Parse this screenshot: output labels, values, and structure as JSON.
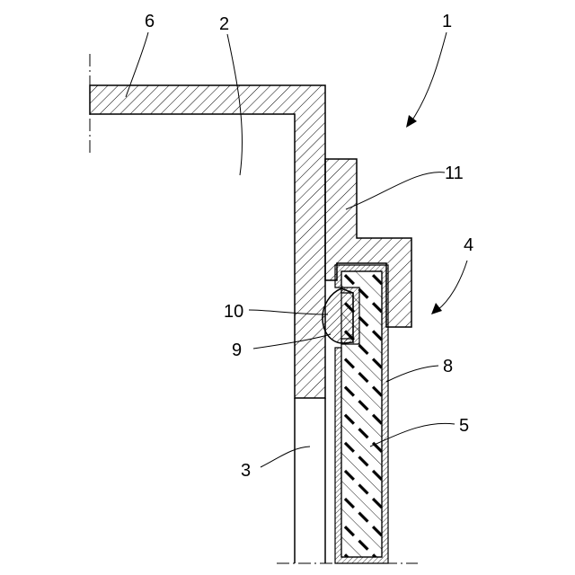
{
  "drawing": {
    "labels": {
      "l1": "1",
      "l2": "2",
      "l3": "3",
      "l4": "4",
      "l5": "5",
      "l6": "6",
      "l8": "8",
      "l9": "9",
      "l10": "10",
      "l11": "11"
    },
    "colors": {
      "line": "#000000",
      "background": "#ffffff"
    }
  }
}
